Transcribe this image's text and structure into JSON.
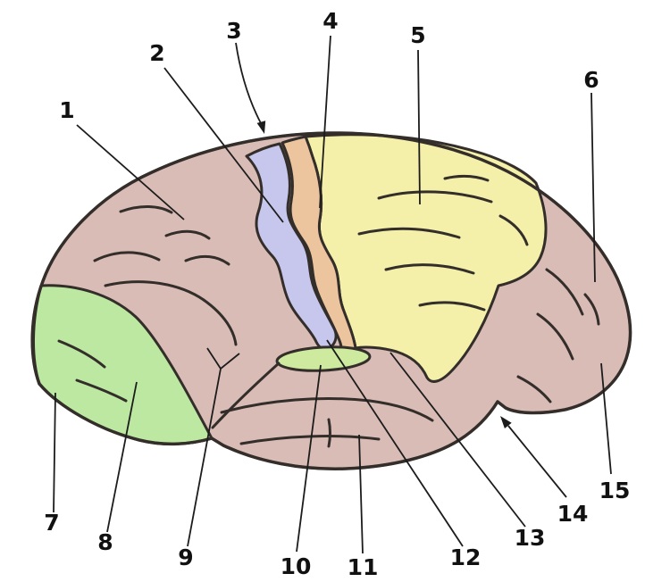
{
  "diagram": {
    "type": "labeled-anatomy-diagram",
    "subject": "Lateral view of the human brain with numbered cortical regions",
    "labels": [
      "1",
      "2",
      "3",
      "4",
      "5",
      "6",
      "7",
      "8",
      "9",
      "10",
      "11",
      "12",
      "13",
      "14",
      "15"
    ],
    "colors": {
      "background": "#ffffff",
      "cortex_pink": "#d9bcb6",
      "frontal_yellow": "#f4efa9",
      "precentral_orange": "#ecc49e",
      "postcentral_blue": "#c7c6ed",
      "occipital_green": "#bce8a1",
      "temporal_green": "#cdea9e",
      "outline_dark": "#342e2b",
      "label_color": "#111111"
    }
  }
}
